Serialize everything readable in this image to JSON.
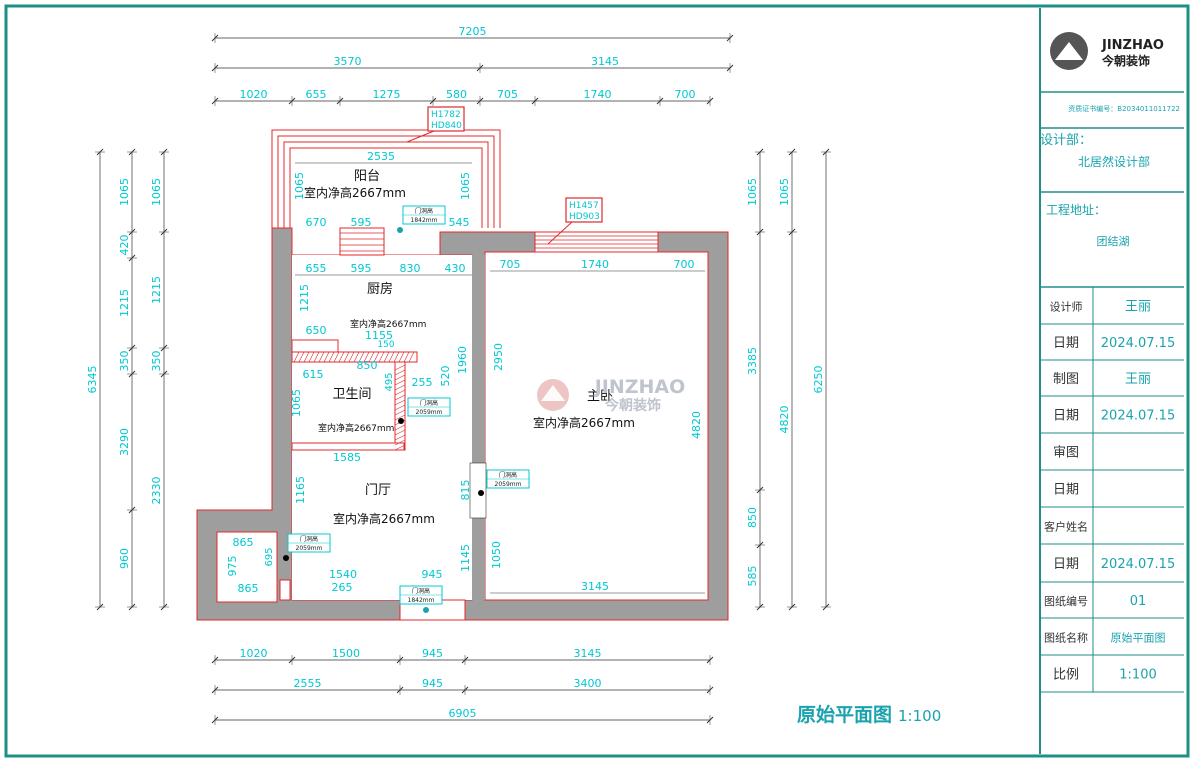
{
  "drawing": {
    "title": "原始平面图",
    "title_scale": "1:100",
    "watermark": {
      "brand": "JINZHAO",
      "brand_cn": "今朝装饰"
    },
    "top_dims": {
      "overall": "7205",
      "row2": [
        "3570",
        "3145"
      ],
      "row3": [
        "1020",
        "655",
        "1275",
        "580",
        "705",
        "1740",
        "700"
      ]
    },
    "bottom_dims": {
      "row1": [
        "1020",
        "1500",
        "945",
        "3145"
      ],
      "row2": [
        "2555",
        "945",
        "3400"
      ],
      "overall": "6905"
    },
    "left_dims": {
      "outer": "6345",
      "mid": [
        "1065",
        "420",
        "1215",
        "350",
        "3290",
        "960"
      ],
      "inner": [
        "1065",
        "1215",
        "350",
        "2330"
      ]
    },
    "right_dims": {
      "inner": [
        "1065",
        "3385",
        "850",
        "585"
      ],
      "mid": [
        "1065",
        "4820"
      ],
      "outer": "6250"
    },
    "rooms": [
      {
        "name": "阳台",
        "height": "室内净高2667mm"
      },
      {
        "name": "厨房",
        "height": "室内净高2667mm"
      },
      {
        "name": "卫生间",
        "height": "室内净高2667mm"
      },
      {
        "name": "门厅",
        "height": "室内净高2667mm"
      },
      {
        "name": "主卧",
        "height": "室内净高2667mm"
      }
    ],
    "window_tags": [
      [
        "H1782",
        "HD840"
      ],
      [
        "H1457",
        "HD903"
      ]
    ],
    "door_tag": "门洞高",
    "door_heights": [
      "1842mm",
      "2059mm",
      "2059mm",
      "2059mm",
      "1842mm"
    ],
    "interior_dims": {
      "balcony_w": "2535",
      "balcony_h_l": "1065",
      "balcony_h_r": "1065",
      "balcony_segs": [
        "670",
        "595",
        "545"
      ],
      "kitchen_segs": [
        "655",
        "595",
        "830",
        "430"
      ],
      "kitchen_h": "1215",
      "k_650": "650",
      "k_1155": "1155",
      "k_150": "150",
      "k_850": "850",
      "bath_615": "615",
      "bath_495": "495",
      "bath_255": "255",
      "bath_520": "520",
      "bath_1960": "1960",
      "bath_1065": "1065",
      "bath_1585": "1585",
      "hall_1165": "1165",
      "hall_815": "815",
      "hall_1145": "1145",
      "hall_1540": "1540",
      "hall_945": "945",
      "hall_265": "265",
      "entry_865a": "865",
      "entry_865b": "865",
      "entry_975": "975",
      "entry_695": "695",
      "bed_top": [
        "705",
        "1740",
        "700"
      ],
      "bed_2950": "2950",
      "bed_4820": "4820",
      "bed_1050": "1050",
      "bed_3145": "3145"
    }
  },
  "title_block": {
    "logo_en": "JINZHAO",
    "logo_cn": "今朝装饰",
    "cert": "资质证书编号：B2034011011722",
    "dept_label": "设计部：",
    "dept_value": "北居然设计部",
    "addr_label": "工程地址：",
    "addr_value": "团结湖",
    "rows": [
      {
        "label": "设计师",
        "value": "王丽"
      },
      {
        "label": "日期",
        "value": "2024.07.15"
      },
      {
        "label": "制图",
        "value": "王丽"
      },
      {
        "label": "日期",
        "value": "2024.07.15"
      },
      {
        "label": "审图",
        "value": ""
      },
      {
        "label": "日期",
        "value": ""
      },
      {
        "label": "客户姓名",
        "value": ""
      },
      {
        "label": "日期",
        "value": "2024.07.15"
      },
      {
        "label": "图纸编号",
        "value": "01"
      },
      {
        "label": "图纸名称",
        "value": "原始平面图"
      },
      {
        "label": "比例",
        "value": "1:100"
      }
    ]
  },
  "colors": {
    "frame": "#1e8f86",
    "dim": "#00c8d2",
    "wall": "#9e9e9e",
    "red": "#e0282d",
    "accent": "#1aa3ae"
  }
}
